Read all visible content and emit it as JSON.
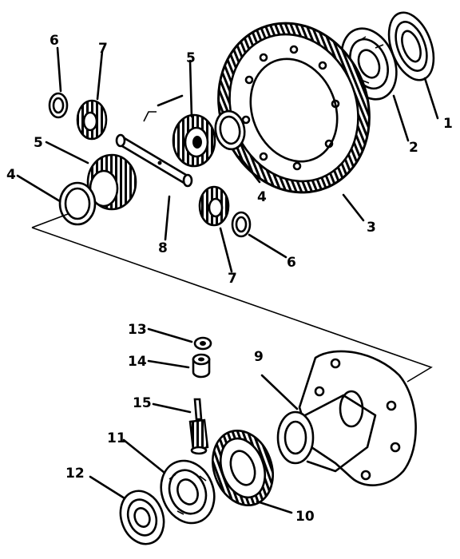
{
  "labels": {
    "l1": "1",
    "l2": "2",
    "l3": "3",
    "l4a": "4",
    "l4b": "4",
    "l5a": "5",
    "l5b": "5",
    "l6a": "6",
    "l6b": "6",
    "l7a": "7",
    "l7b": "7",
    "l8": "8",
    "l9": "9",
    "l10": "10",
    "l11": "11",
    "l12": "12",
    "l13": "13",
    "l14": "14",
    "l15": "15"
  }
}
